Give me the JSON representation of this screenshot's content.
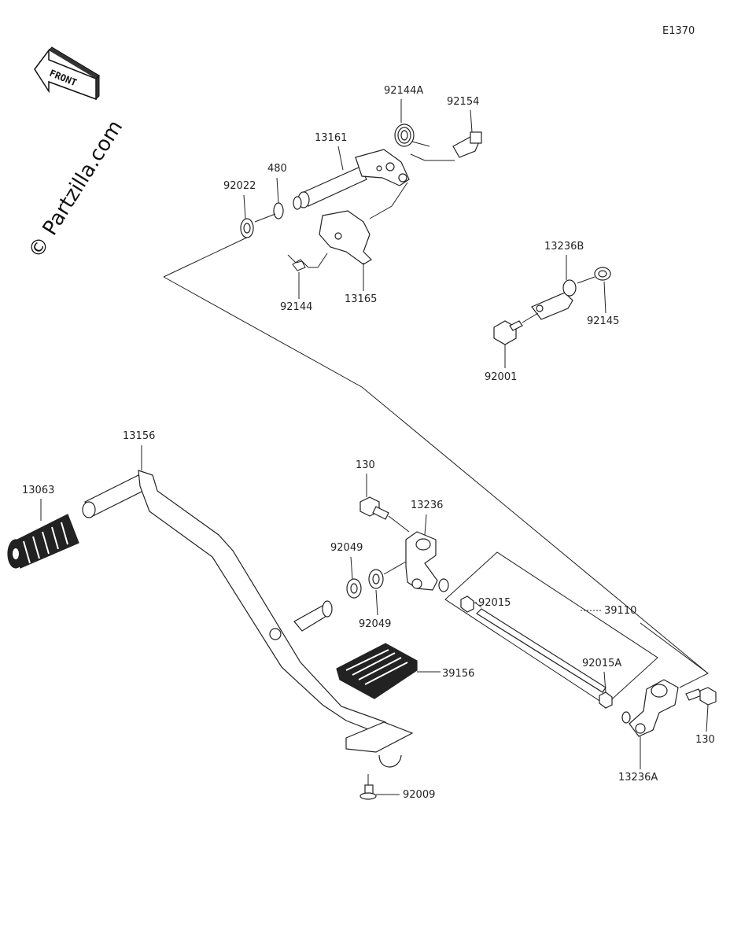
{
  "diagram_code": "E1370",
  "front_label": "FRONT",
  "watermark": "© Partzilla.com",
  "parts": {
    "p92144A": "92144A",
    "p92154": "92154",
    "p13161": "13161",
    "p480": "480",
    "p92022": "92022",
    "p92144": "92144",
    "p13165": "13165",
    "p13236B": "13236B",
    "p92145": "92145",
    "p92001": "92001",
    "p13156": "13156",
    "p13063": "13063",
    "p130a": "130",
    "p13236": "13236",
    "p92049a": "92049",
    "p92049b": "92049",
    "p92015": "92015",
    "p39110": "39110",
    "p92015A": "92015A",
    "p39156": "39156",
    "p130b": "130",
    "p13236A": "13236A",
    "p92009": "92009"
  }
}
